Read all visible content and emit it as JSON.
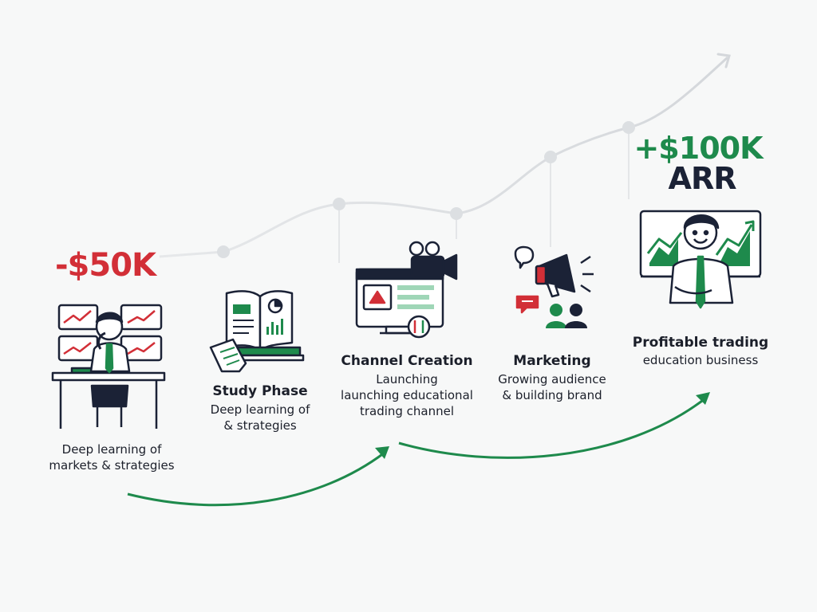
{
  "metrics": {
    "start_value": "-$50K",
    "end_value": "+$100K",
    "end_unit": "ARR"
  },
  "stages": [
    {
      "title": "",
      "description_lines": [
        "Deep learning of",
        "markets & strategies"
      ]
    },
    {
      "title": "Study Phase",
      "description_lines": [
        "Deep learning of",
        "& strategies"
      ]
    },
    {
      "title": "Channel Creation",
      "description_lines": [
        "Launching",
        "launching educational",
        "trading channel"
      ]
    },
    {
      "title": "Marketing",
      "description_lines": [
        "Growing audience",
        "& building brand"
      ]
    },
    {
      "title": "Profitable trading",
      "description_lines": [
        "education business"
      ]
    }
  ],
  "colors": {
    "loss_red": "#d22f37",
    "gain_green": "#1e8a4c",
    "navy": "#1b2236",
    "trend_gray": "#d9dcdf",
    "background": "#f7f8f8"
  },
  "icons": [
    "stressed-trader-at-desk-icon",
    "open-book-study-icon",
    "channel-creation-icon",
    "megaphone-marketing-icon",
    "confident-trader-icon"
  ]
}
